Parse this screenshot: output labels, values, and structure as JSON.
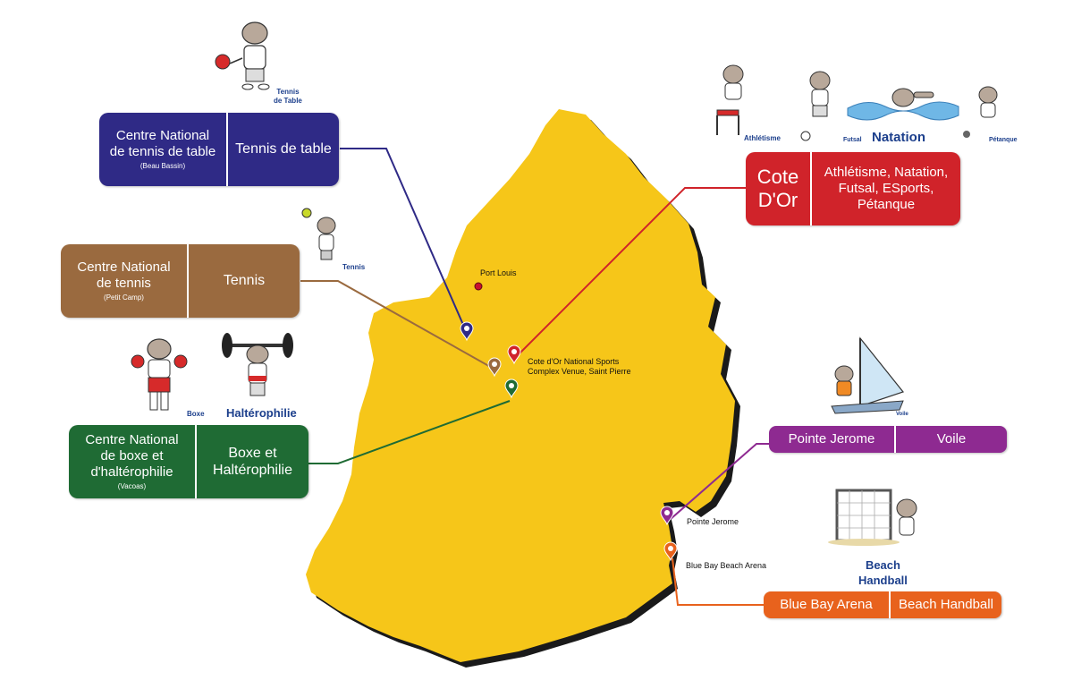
{
  "map": {
    "island_color": "#f6c619",
    "locations": [
      {
        "label": "Port Louis",
        "marker": "dot",
        "color": "#c8102e"
      },
      {
        "label": "Cote d'Or National Sports",
        "label2": "Complex Venue, Saint Pierre",
        "marker": "pin",
        "color": "#d0232a"
      },
      {
        "label": "Pointe Jerome",
        "marker": "pin",
        "color": "#8e2a91"
      },
      {
        "label": "Blue Bay Beach Arena",
        "marker": "pin",
        "color": "#e8621d"
      }
    ],
    "unlabeled_pins": [
      {
        "venue": "tennis-de-table",
        "color": "#2f2a86"
      },
      {
        "venue": "tennis",
        "color": "#9a6a3f"
      },
      {
        "venue": "boxe",
        "color": "#1f6b34"
      }
    ]
  },
  "venues": {
    "tennis_de_table": {
      "name_line1": "Centre National",
      "name_line2": "de tennis de table",
      "area": "(Beau Bassin)",
      "sport": "Tennis de table",
      "color": "#2f2a86"
    },
    "tennis": {
      "name_line1": "Centre National",
      "name_line2": "de tennis",
      "area": "(Petit Camp)",
      "sport": "Tennis",
      "color": "#9a6a3f"
    },
    "boxe": {
      "name_line1": "Centre National",
      "name_line2": "de boxe et",
      "name_line3": "d'haltérophilie",
      "area": "(Vacoas)",
      "sport_line1": "Boxe et",
      "sport_line2": "Haltérophilie",
      "color": "#1f6b34"
    },
    "cote_dor": {
      "name_line1": "Cote",
      "name_line2": "D'Or",
      "sport_line1": "Athlétisme, Natation,",
      "sport_line2": "Futsal, ESports,",
      "sport_line3": "Pétanque",
      "color": "#d0232a"
    },
    "pointe_jerome": {
      "name": "Pointe Jerome",
      "sport": "Voile",
      "color": "#8e2a91"
    },
    "blue_bay": {
      "name": "Blue Bay Arena",
      "sport": "Beach Handball",
      "color": "#e8621d"
    }
  },
  "captions": {
    "tennis_de_table_1": "Tennis",
    "tennis_de_table_2": "de Table",
    "tennis": "Tennis",
    "boxe": "Boxe",
    "halterophilie": "Haltérophilie",
    "athletisme": "Athlétisme",
    "futsal": "Futsal",
    "natation": "Natation",
    "petanque": "Pétanque",
    "voile": "Voile",
    "beach_1": "Beach",
    "beach_2": "Handball"
  },
  "icons": [
    "table-tennis-mascot-icon",
    "tennis-mascot-icon",
    "boxing-mascot-icon",
    "weightlifting-mascot-icon",
    "athletics-mascot-icon",
    "futsal-mascot-icon",
    "swimming-mascot-icon",
    "petanque-mascot-icon",
    "sailing-mascot-icon",
    "handball-goal-mascot-icon"
  ]
}
